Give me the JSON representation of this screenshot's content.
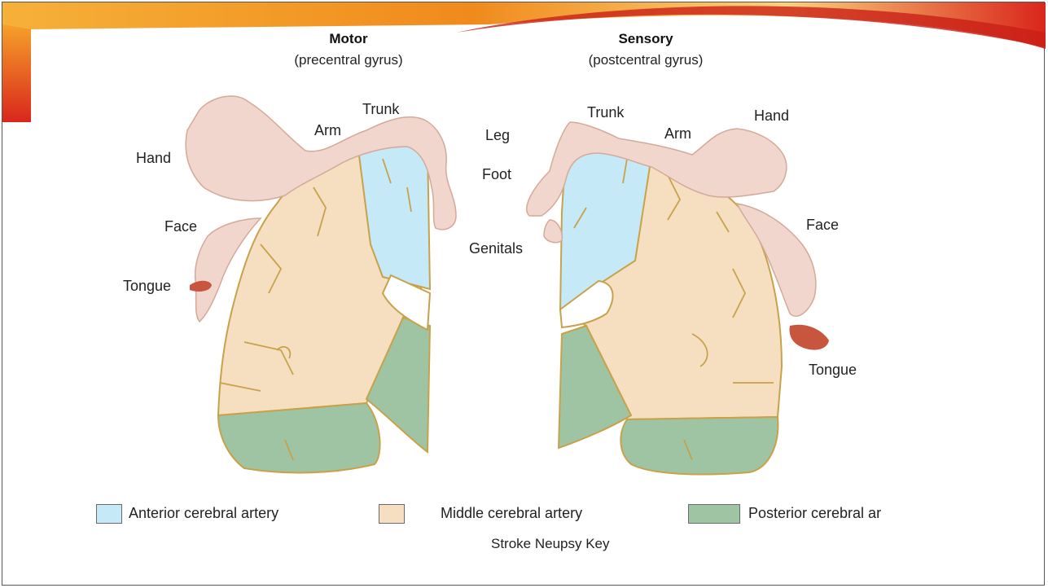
{
  "colors": {
    "anterior": "#c5e9f7",
    "middle": "#f5dfc0",
    "posterior": "#9fc4a4",
    "outline": "#c8a24a",
    "skin": "#f0d6cc",
    "tongue": "#c8553d",
    "accent_orange": "#f08a1c",
    "accent_red": "#d9261c"
  },
  "headers": {
    "motor_title": "Motor",
    "motor_subtitle": "(precentral gyrus)",
    "sensory_title": "Sensory",
    "sensory_subtitle": "(postcentral gyrus)"
  },
  "motor_labels": {
    "trunk": "Trunk",
    "arm": "Arm",
    "hand": "Hand",
    "face": "Face",
    "tongue": "Tongue"
  },
  "center_labels": {
    "leg": "Leg",
    "foot": "Foot",
    "genitals": "Genitals"
  },
  "sensory_labels": {
    "trunk": "Trunk",
    "arm": "Arm",
    "hand": "Hand",
    "face": "Face",
    "tongue": "Tongue"
  },
  "legend": [
    {
      "label": "Anterior cerebral artery",
      "color": "#c5e9f7"
    },
    {
      "label": "Middle cerebral artery",
      "color": "#f5dfc0"
    },
    {
      "label": "Posterior cerebral ar",
      "color": "#9fc4a4"
    }
  ],
  "caption": "Stroke Neupsy Key"
}
